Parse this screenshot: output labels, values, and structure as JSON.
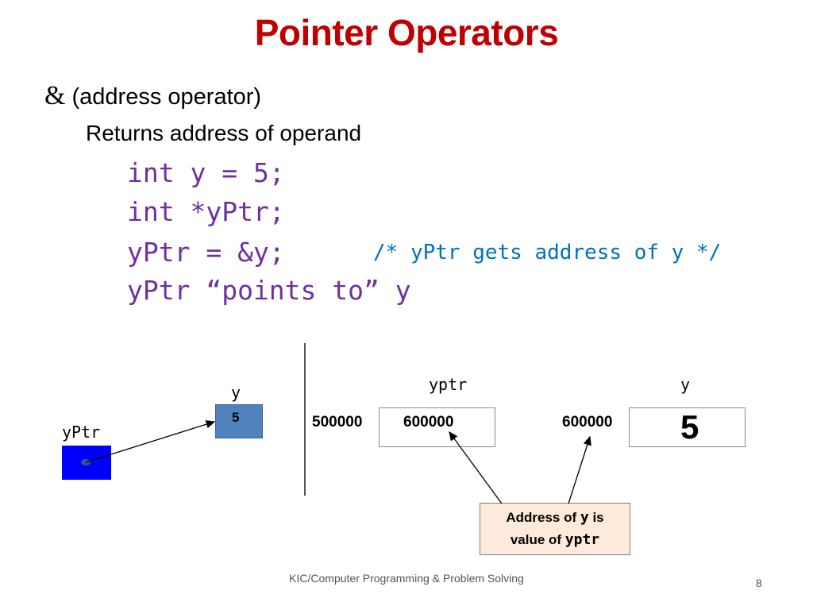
{
  "slide": {
    "title": "Pointer Operators",
    "bullet1": {
      "symbol": "&",
      "text": "(address operator)"
    },
    "bullet2": "Returns address of operand",
    "code": {
      "line1": "int y = 5;",
      "line2": "int *yPtr;",
      "line3": "yPtr = &y;",
      "line3_comment": "/* yPtr gets address of y */",
      "line4": "yPtr “points to” y"
    },
    "footer": "KIC/Computer Programming & Problem Solving",
    "page_number": "8"
  },
  "diagram_left": {
    "y_label": "y",
    "y_value": "5",
    "yptr_label": "yPtr"
  },
  "diagram_right": {
    "yptr_label": "yptr",
    "y_label": "y",
    "yptr_address": "500000",
    "yptr_value": "600000",
    "y_address": "600000",
    "y_value": "5",
    "note": {
      "part1": "Address of ",
      "var1": "y",
      "part2": " is",
      "part3": "value of ",
      "var2": "yptr"
    }
  },
  "colors": {
    "title": "#c00000",
    "code": "#7030a0",
    "comment": "#0070c0",
    "y_box": "#4f81bd",
    "yptr_box": "#0000ff",
    "note_bg": "#fdeada"
  }
}
